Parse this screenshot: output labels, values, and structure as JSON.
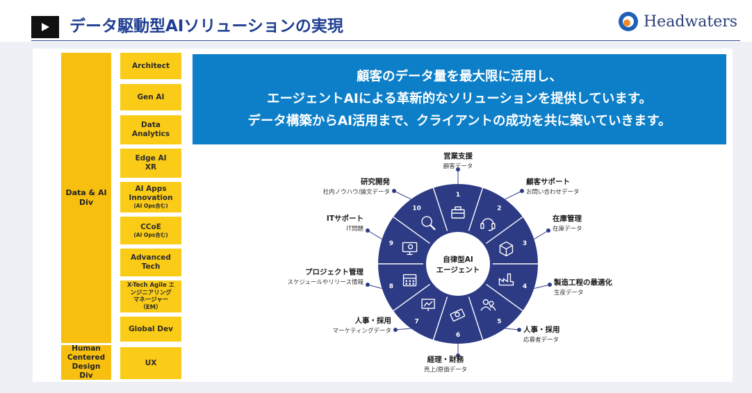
{
  "header": {
    "title": "データ駆動型AIソリューションの実現",
    "logo_text": "Headwaters"
  },
  "org": {
    "div1": {
      "lines": [
        "Data & AI",
        "Div"
      ]
    },
    "div2": {
      "lines": [
        "Human",
        "Centered",
        "Design",
        "Div"
      ]
    },
    "boxes": [
      {
        "lines": [
          "Architect"
        ]
      },
      {
        "lines": [
          "Gen AI"
        ]
      },
      {
        "lines": [
          "Data",
          "Analytics"
        ]
      },
      {
        "lines": [
          "Edge AI",
          "XR"
        ]
      },
      {
        "lines": [
          "AI Apps",
          "Innovation"
        ],
        "sub": "(AI Ops含む)"
      },
      {
        "lines": [
          "CCoE"
        ],
        "sub": "(AI Ops含む)"
      },
      {
        "lines": [
          "Advanced",
          "Tech"
        ]
      },
      {
        "lines": [
          "X-Tech Agile エ",
          "ンジニアリング",
          "マネージャー",
          "（EM）"
        ]
      },
      {
        "lines": [
          "Global Dev"
        ]
      },
      {
        "lines": [
          "UX"
        ]
      }
    ]
  },
  "banner": {
    "lines": [
      "顧客のデータ量を最大限に活用し、",
      "エージェントAIによる革新的なソリューションを提供しています。",
      "データ構築からAI活用まで、クライアントの成功を共に築いていきます。"
    ]
  },
  "wheel": {
    "center": [
      "自律型AI",
      "エージェント"
    ],
    "segments": [
      {
        "num": "1",
        "icon": "briefcase-icon",
        "title": "営業支援",
        "sub": "顧客データ"
      },
      {
        "num": "2",
        "icon": "headset-icon",
        "title": "顧客サポート",
        "sub": "お問い合わせデータ"
      },
      {
        "num": "3",
        "icon": "box-icon",
        "title": "在庫管理",
        "sub": "在庫データ"
      },
      {
        "num": "4",
        "icon": "factory-icon",
        "title": "製造工程の最適化",
        "sub": "生産データ"
      },
      {
        "num": "5",
        "icon": "people-icon",
        "title": "人事・採用",
        "sub": "応募者データ"
      },
      {
        "num": "6",
        "icon": "money-icon",
        "title": "経理・財務",
        "sub": "売上/原価データ"
      },
      {
        "num": "7",
        "icon": "presentation-chart-icon",
        "title": "人事・採用",
        "sub": "マーケティングデータ"
      },
      {
        "num": "8",
        "icon": "calendar-icon",
        "title": "プロジェクト管理",
        "sub": "スケジュールやリリース情報"
      },
      {
        "num": "9",
        "icon": "monitor-gear-icon",
        "title": "ITサポート",
        "sub": "IT問題"
      },
      {
        "num": "10",
        "icon": "magnifier-icon",
        "title": "研究開発",
        "sub": "社内ノウハウ/論文データ"
      }
    ]
  },
  "colors": {
    "title": "#1f3e92",
    "gold_dark": "#f7bf10",
    "gold": "#fbcc17",
    "banner": "#0d7fc8",
    "wheel": "#2d3b85",
    "wheel_dot": "#2d3b85"
  }
}
